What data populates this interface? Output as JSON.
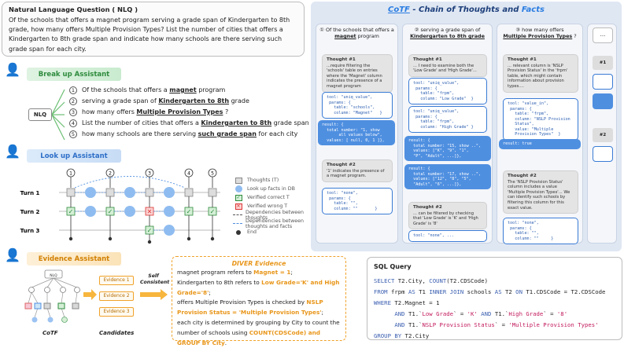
{
  "nlq": {
    "title": "Natural Language Question ( NLQ )",
    "question": "Of the schools that offers a magnet program serving a grade span of Kindergarten to 8th grade, how many offers Multiple Provision Types? List the number of cities that offers a Kindergarten to 8th grade span and indicate how many schools are there serving such grade span for each city."
  },
  "breakup": {
    "label": "Break up Assistant",
    "node": "NLQ",
    "items": [
      {
        "num": "1",
        "pre": "Of the schools that offers a ",
        "key": "magnet",
        "post": " program"
      },
      {
        "num": "2",
        "pre": "serving a grade span of ",
        "key": "Kindergarten to 8th",
        "post": " grade"
      },
      {
        "num": "3",
        "pre": "how many offers ",
        "key": "Multiple Provision Types",
        "post": " ?"
      },
      {
        "num": "4",
        "pre": "List the number of cities that offers a ",
        "key": "Kindergarten to 8th",
        "post": " grade span"
      },
      {
        "num": "5",
        "pre": "how many schools are there serving ",
        "key": "such grade span",
        "post": " for each city"
      }
    ]
  },
  "lookup": {
    "label": "Look up Assistant",
    "turns": [
      "Turn 1",
      "Turn 2",
      "Turn 3"
    ],
    "cols": [
      "1",
      "2",
      "3",
      "4",
      "5"
    ],
    "legend": [
      "Thoughts (T)",
      "Look up facts in DB",
      "Verified correct T",
      "Verified wrong T",
      "Dependencies between thoughts",
      "Dependencies between thoughts and facts",
      "End"
    ]
  },
  "evidence_assistant": {
    "label": "Evidence Assistant",
    "cotf_label": "CoTF",
    "candidates_label": "Candidates",
    "candidates": [
      "Evidence 1",
      "Evidence 2",
      "Evidence 3"
    ],
    "self_consistent": "Self Consistent",
    "tree_root": "NLQ"
  },
  "diver": {
    "title": "DIVER Evidence",
    "lines": [
      [
        "magnet program refers to ",
        "Magnet = 1",
        ";"
      ],
      [
        "Kindergarten to 8th refers to ",
        "Low Grade='K' and High Grade='8'",
        ";"
      ],
      [
        "offers Multiple Provision Types is checked by ",
        "NSLP Provision Status = 'Multiple Provision Types'",
        ";"
      ],
      [
        "each city is determined by grouping by City to count the number of schools using ",
        "COUNT(CDSCode) and GROUP BY City",
        "."
      ]
    ]
  },
  "cotf": {
    "title_a": "CoTF",
    "title_b": " - Chain of Thoughts and ",
    "title_c": "Facts",
    "col1": {
      "head_num": "①",
      "head_pre": "Of the schools that offers a ",
      "head_key": "magnet",
      "head_post": " program",
      "t1_title": "Thought #1",
      "t1": "...require filtering the 'schools' table on entries where the 'Magnet' column indicates the presence of a magnet program",
      "c1": "tool: \"uniq_value\",\n params: {\n   table: \"schools\",\n   column: \"Magnet\"   }",
      "r1": "result: {\n  total number: \"1, show\n       all values below\",\n  values: [ null, 0, 1 ]},",
      "t2_title": "Thought #2",
      "t2": "'1' indicates the presence of a magnet program.",
      "c2": "tool: \"none\",\n params: {\n   table: \"\",\n   column: \"\"       }"
    },
    "col2": {
      "head_num": "②",
      "head_pre": "serving a grade span of ",
      "head_key": "Kindergarten to 8th grade",
      "t1_title": "Thought #1",
      "t1": "... I need to examine both the 'Low Grade' and 'High Grade'...",
      "c1": "tool: \"uniq_value\",\n params: {\n   table: \"frpm\",\n   column: \"Low Grade\"  }",
      "c2": "tool: \"uniq_value\",\n params: {\n   table: \"frpm\",\n   column: \"High Grade\" }",
      "r1": "result: {\n  total number: \"15, show ..\",\n  values: [\"K\", \"9\", \"1\",\n  \"P\", \"Adult\", ...]},",
      "r2": "result: {\n  total number: \"17, show ..\",\n  values: [\"12\", \"8\", \"5\",\n  \"Adult\", \"6\", ...]},",
      "t2_title": "Thought #2",
      "t2": "... can be filtered by checking that 'Low Grade' is 'K' and 'High Grade' is '8'",
      "c3": "tool: \"none\", ..."
    },
    "col3": {
      "head_num": "③",
      "head_pre": "how many offers ",
      "head_key": "Multiple Provision Types",
      "head_post": " ?",
      "t1_title": "Thought #1",
      "t1": "... relevant column is 'NSLP Provision Status' in the 'frpm' table, which might contain information about provision types....",
      "c1": "tool: \"value_in\",\n params: {\n   table: \"frpm\",\n   column: \"NSLP Provision\n   Status\",\n   value: \"Multiple\n   Provision Types\"  }",
      "r1": "result: true",
      "t2_title": "Thought #2",
      "t2": "The 'NSLP Provision Status' column includes a value 'Multiple Provision Types'... We can identify such schools by filtering this column for this exact value.",
      "c2": "tool: \"none\",\n params: {\n   table: \"\",\n   column: \"\"     }"
    },
    "col4": {
      "head": "...",
      "t1": "#1",
      "t2": "#2"
    }
  },
  "sql": {
    "title": "SQL Query",
    "lines": [
      [
        [
          "kw",
          "SELECT"
        ],
        [
          "t",
          " T2.City, "
        ],
        [
          "kw",
          "COUNT"
        ],
        [
          "t",
          "(T2.CDSCode)"
        ]
      ],
      [
        [
          "kw",
          "FROM"
        ],
        [
          "t",
          " frpm "
        ],
        [
          "kw",
          "AS"
        ],
        [
          "t",
          " T1 "
        ],
        [
          "kw",
          "INNER JOIN"
        ],
        [
          "t",
          " schools "
        ],
        [
          "kw",
          "AS"
        ],
        [
          "t",
          " T2 "
        ],
        [
          "kw",
          "ON"
        ],
        [
          "t",
          " T1.CDSCode = T2.CDSCode"
        ]
      ],
      [
        [
          "kw",
          "WHERE"
        ],
        [
          "t",
          " T2.Magnet = 1"
        ]
      ],
      [
        [
          "t",
          "      "
        ],
        [
          "kw",
          "AND"
        ],
        [
          "t",
          " T1.`"
        ],
        [
          "str",
          "Low Grade"
        ],
        [
          "t",
          "` = "
        ],
        [
          "str",
          "'K'"
        ],
        [
          "t",
          " "
        ],
        [
          "kw",
          "AND"
        ],
        [
          "t",
          " T1.`"
        ],
        [
          "str",
          "High Grade"
        ],
        [
          "t",
          "` = "
        ],
        [
          "str",
          "'8'"
        ]
      ],
      [
        [
          "t",
          "      "
        ],
        [
          "kw",
          "AND"
        ],
        [
          "t",
          " T1.`"
        ],
        [
          "str",
          "NSLP Provision Status"
        ],
        [
          "t",
          "` = "
        ],
        [
          "str",
          "'Multiple Provision Types'"
        ]
      ],
      [
        [
          "kw",
          "GROUP BY"
        ],
        [
          "t",
          " T2.City"
        ]
      ]
    ]
  }
}
